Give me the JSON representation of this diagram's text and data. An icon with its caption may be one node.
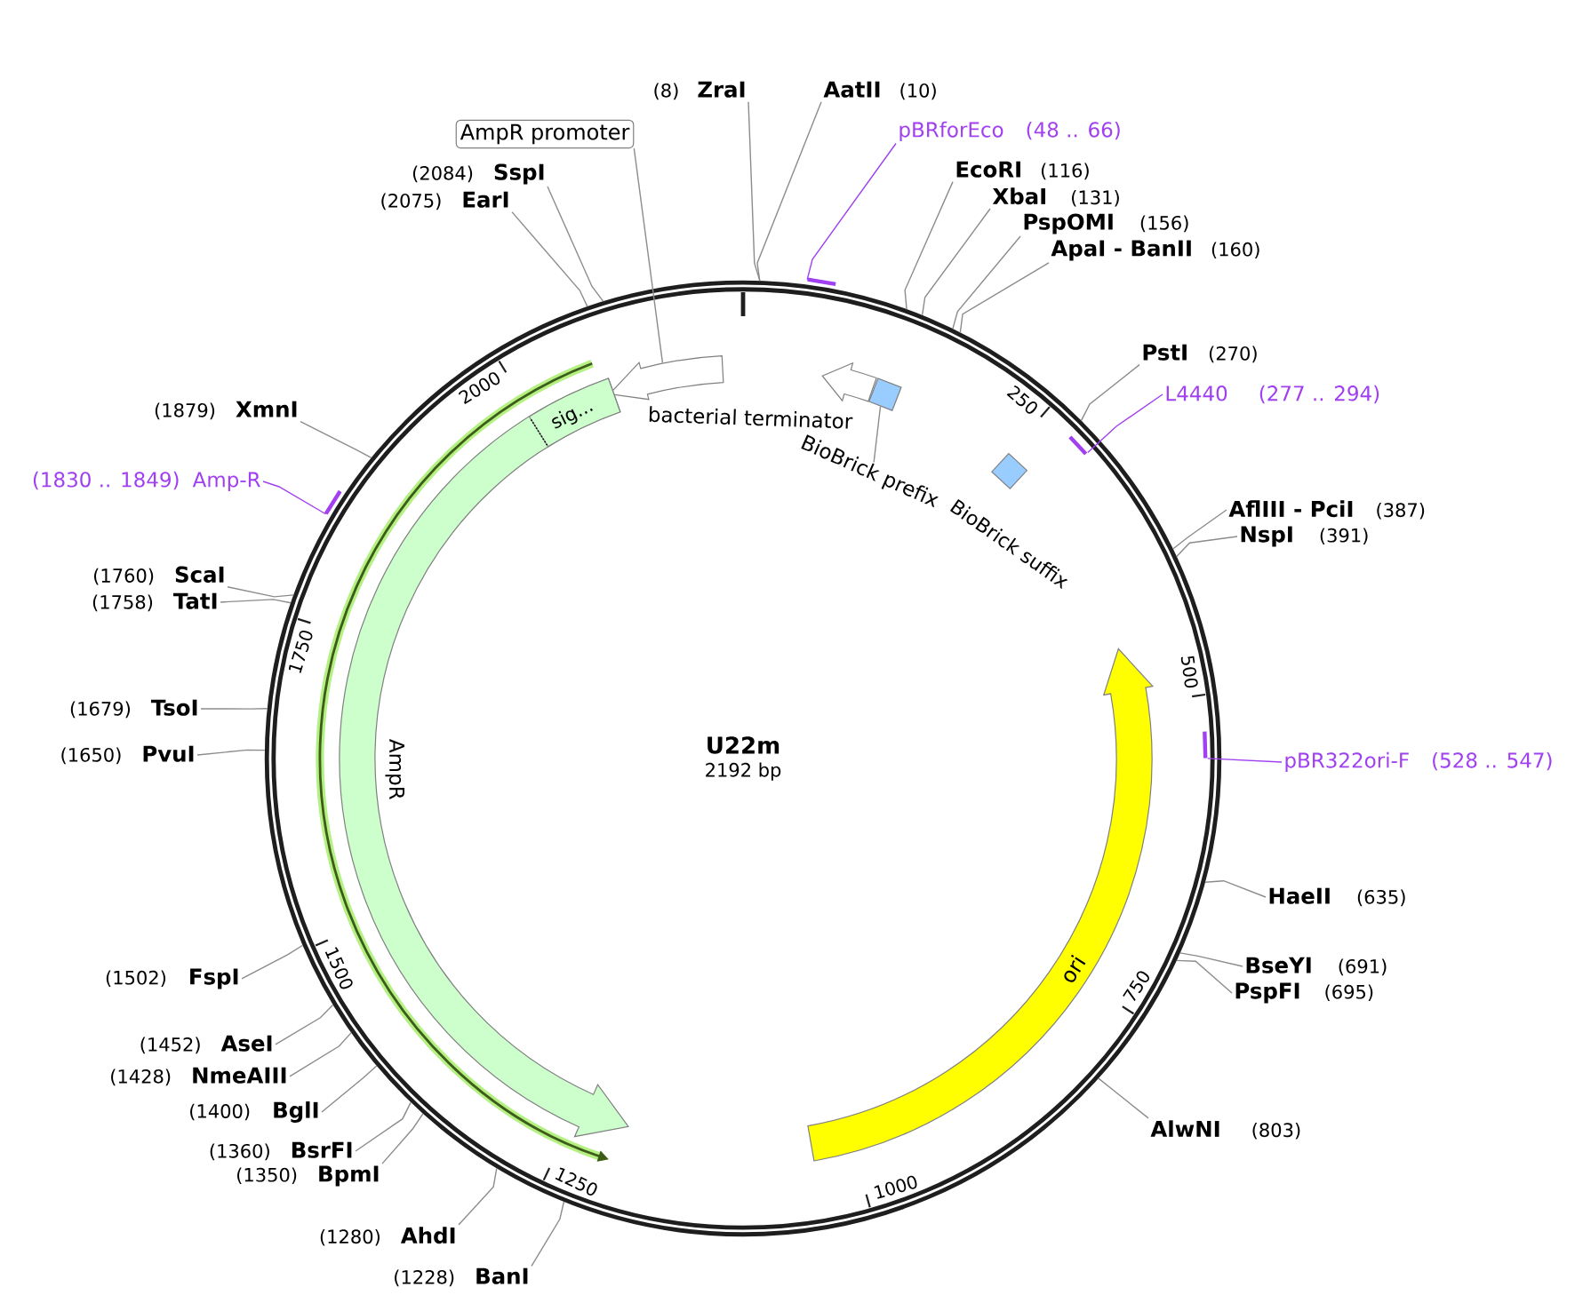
{
  "diagram": {
    "nodes": [
      {
        "text": [
          "U22m",
          "2192 bp"
        ]
      },
      {
        "text": [
          "(8)",
          "ZraI"
        ]
      },
      {
        "text": [
          "AatII",
          "(10)"
        ]
      },
      {
        "text": [
          "AmpR promoter"
        ]
      },
      {
        "text": [
          "pBRforEco",
          "(48 .. 66)"
        ]
      },
      {
        "text": [
          "EcoRI",
          "(116)"
        ]
      },
      {
        "text": [
          "(2084)",
          "SspI"
        ]
      },
      {
        "text": [
          "XbaI",
          "(131)"
        ]
      },
      {
        "text": [
          "(2075)",
          "EarI"
        ]
      },
      {
        "text": [
          "PspOMI",
          "(156)"
        ]
      },
      {
        "text": [
          "ApaI - BanII",
          "(160)"
        ]
      },
      {
        "text": [
          "PstI",
          "(270)"
        ]
      },
      {
        "text": [
          "L4440",
          "(277 .. 294)"
        ]
      },
      {
        "text": [
          "(1879)",
          "XmnI"
        ]
      },
      {
        "text": [
          "(1830 .. 1849)",
          "Amp-R"
        ]
      },
      {
        "text": [
          "AflIII - PciI",
          "(387)"
        ]
      },
      {
        "text": [
          "NspI",
          "(391)"
        ]
      },
      {
        "text": [
          "(1760)",
          "ScaI"
        ]
      },
      {
        "text": [
          "(1758)",
          "TatI"
        ]
      },
      {
        "text": [
          "(1679)",
          "TsoI"
        ]
      },
      {
        "text": [
          "(1650)",
          "PvuI"
        ]
      },
      {
        "text": [
          "pBR322ori-F",
          "(528 .. 547)"
        ]
      },
      {
        "text": [
          "HaeII",
          "(635)"
        ]
      },
      {
        "text": [
          "BseYI",
          "(691)"
        ]
      },
      {
        "text": [
          "(1502)",
          "FspI"
        ]
      },
      {
        "text": [
          "PspFI",
          "(695)"
        ]
      },
      {
        "text": [
          "(1452)",
          "AseI"
        ]
      },
      {
        "text": [
          "(1428)",
          "NmeAIII"
        ]
      },
      {
        "text": [
          "(1400)",
          "BglI"
        ]
      },
      {
        "text": [
          "AlwNI",
          "(803)"
        ]
      },
      {
        "text": [
          "(1360)",
          "BsrFI"
        ]
      },
      {
        "text": [
          "(1350)",
          "BpmI"
        ]
      },
      {
        "text": [
          "(1280)",
          "AhdI"
        ]
      },
      {
        "text": [
          "(1228)",
          "BanI"
        ]
      },
      {
        "text": [],
        "shape": "bar"
      },
      {
        "text": [],
        "shape": "bar",
        "in": 0
      },
      {
        "text": [],
        "shape": "bar"
      },
      {
        "text": [],
        "shape": "bar",
        "in": 0
      },
      {
        "text": [],
        "shape": "arrow",
        "in": 0
      },
      {
        "text": [
          "bacterial terminator"
        ],
        "in": 0
      },
      {
        "text": [],
        "shape": "box",
        "in": 0
      },
      {
        "text": [
          "BioBrick prefix"
        ],
        "in": 0
      },
      {
        "text": [
          "BioBrick suffix"
        ],
        "in": 0
      },
      {
        "text": [
          "AmpR"
        ],
        "in": 0
      },
      {
        "text": [
          "sig..."
        ],
        "in": 43
      },
      {
        "text": [
          "ori"
        ],
        "in": 0
      }
    ],
    "edges": [
      {
        "from": 1,
        "to": 0,
        "arrow": "none"
      },
      {
        "from": 2,
        "to": 0,
        "arrow": "none"
      },
      {
        "from": 3,
        "to": 38,
        "arrow": "none"
      },
      {
        "from": 4,
        "to": 34,
        "arrow": "none",
        "color": "#a040f0"
      },
      {
        "from": 5,
        "to": 0,
        "arrow": "none"
      },
      {
        "from": 6,
        "to": 0,
        "arrow": "none"
      },
      {
        "from": 7,
        "to": 0,
        "arrow": "none"
      },
      {
        "from": 8,
        "to": 0,
        "arrow": "none"
      },
      {
        "from": 9,
        "to": 0,
        "arrow": "none"
      },
      {
        "from": 10,
        "to": 0,
        "arrow": "none"
      },
      {
        "from": 11,
        "to": 0,
        "arrow": "none"
      },
      {
        "from": 12,
        "to": 35,
        "arrow": "none",
        "color": "#a040f0"
      },
      {
        "from": 13,
        "to": 0,
        "arrow": "none"
      },
      {
        "from": 14,
        "to": 36,
        "arrow": "none",
        "color": "#a040f0"
      },
      {
        "from": 15,
        "to": 0,
        "arrow": "none"
      },
      {
        "from": 16,
        "to": 0,
        "arrow": "none"
      },
      {
        "from": 17,
        "to": 0,
        "arrow": "none"
      },
      {
        "from": 18,
        "to": 0,
        "arrow": "none"
      },
      {
        "from": 19,
        "to": 0,
        "arrow": "none"
      },
      {
        "from": 20,
        "to": 0,
        "arrow": "none"
      },
      {
        "from": 21,
        "to": 37,
        "arrow": "none",
        "color": "#a040f0"
      },
      {
        "from": 22,
        "to": 0,
        "arrow": "none"
      },
      {
        "from": 23,
        "to": 0,
        "arrow": "none"
      },
      {
        "from": 24,
        "to": 0,
        "arrow": "none"
      },
      {
        "from": 25,
        "to": 0,
        "arrow": "none"
      },
      {
        "from": 26,
        "to": 0,
        "arrow": "none"
      },
      {
        "from": 27,
        "to": 0,
        "arrow": "none"
      },
      {
        "from": 28,
        "to": 0,
        "arrow": "none"
      },
      {
        "from": 29,
        "to": 0,
        "arrow": "none"
      },
      {
        "from": 30,
        "to": 0,
        "arrow": "none"
      },
      {
        "from": 31,
        "to": 0,
        "arrow": "none"
      },
      {
        "from": 32,
        "to": 0,
        "arrow": "none"
      },
      {
        "from": 33,
        "to": 0,
        "arrow": "none"
      },
      {
        "from": 41,
        "to": 40,
        "arrow": "none"
      }
    ],
    "labels": [
      "250",
      "500",
      "750",
      "1000",
      "1250",
      "1500",
      "1750",
      "2000"
    ]
  }
}
